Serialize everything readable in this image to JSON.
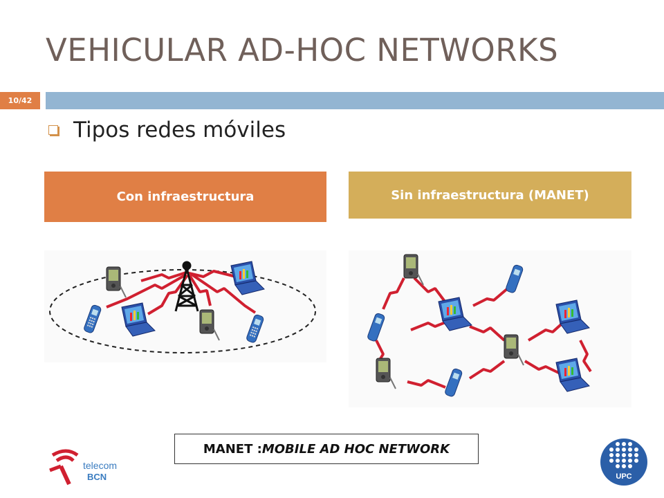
{
  "slide": {
    "title": "VEHICULAR AD-HOC NETWORKS",
    "page_number": "10/42",
    "bullet": "Tipos redes móviles",
    "left_label": "Con infraestructura",
    "right_label": "Sin infraestructura (MANET)",
    "manet_bold": "MANET : ",
    "manet_italic": "MOBILE AD HOC NETWORK",
    "telecom_logo_line1": "telecom",
    "telecom_logo_line2": "BCN",
    "upc_logo_text": "UPC"
  },
  "colors": {
    "title": "#70605a",
    "accent_orange": "#e07f45",
    "accent_gold": "#d4ae5a",
    "bar_blue": "#93b5d2",
    "link_red": "#d02030"
  }
}
